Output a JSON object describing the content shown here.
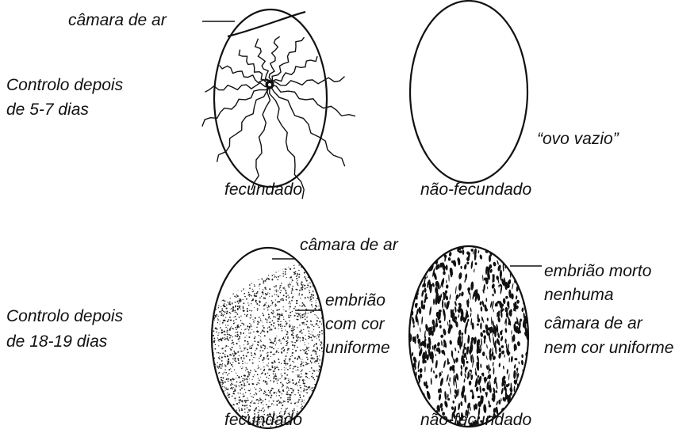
{
  "top_row": {
    "row_label": [
      "Controlo depois",
      "de 5-7 dias"
    ],
    "air_cell_label": "câmara de ar",
    "fertile_caption": "fecundado",
    "empty_egg_label": "“ovo vazio”",
    "infertile_caption": "não-fecundado"
  },
  "bottom_row": {
    "row_label": [
      "Controlo depois",
      "de 18-19 dias"
    ],
    "air_cell_label": "câmara de ar",
    "embryo_label": [
      "embrião",
      "com cor",
      "uniforme"
    ],
    "dead_embryo_label": [
      "embrião morto",
      "nenhuma",
      "câmara de ar",
      "nem cor uniforme"
    ],
    "fertile_caption": "fecundado",
    "infertile_caption": "não-fecundado"
  },
  "colors": {
    "ink": "#111111",
    "background": "#ffffff"
  }
}
